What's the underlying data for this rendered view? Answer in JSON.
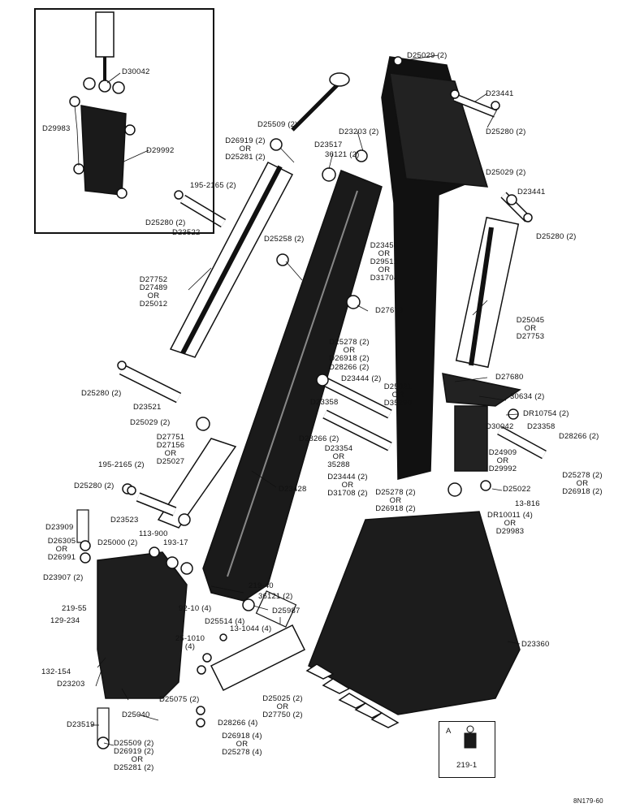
{
  "diagram": {
    "footer_code": "8N179-60",
    "inset_labels": {
      "l1": "D30042",
      "l2": "D29983",
      "l3": "D29992"
    },
    "ref_box": {
      "letter": "A",
      "caption": "219-1"
    },
    "labels": {
      "l01": "D25029 (2)",
      "l02": "D23441",
      "l03": "D25280 (2)",
      "l04": "D25509 (2)",
      "l05a": "D26919 (2)",
      "l05b": "OR",
      "l05c": "D25281 (2)",
      "l06": "D23203 (2)",
      "l07": "D23517",
      "l08": "36121 (2)",
      "l09": "195-2165 (2)",
      "l10": "D25280 (2)",
      "l11": "D23522",
      "l12": "D25029 (2)",
      "l13": "D23441",
      "l14": "D25280 (2)",
      "l15": "D25258 (2)",
      "l16a": "D23458",
      "l16b": "OR",
      "l16c": "D29512",
      "l16d": "OR",
      "l16e": "D31704",
      "l17a": "D27752",
      "l17b": "D27489",
      "l17c": "OR",
      "l17d": "D25012",
      "l18": "D27679",
      "l19a": "D25045",
      "l19b": "OR",
      "l19c": "D27753",
      "l20a": "D25278 (2)",
      "l20b": "OR",
      "l20c": "D26918 (2)",
      "l21": "D28266 (2)",
      "l22": "D23444 (2)",
      "l23a": "D25021",
      "l23b": "OR",
      "l23c": "D35290",
      "l24": "D27680",
      "l25": "30634 (2)",
      "l26": "DR10754 (2)",
      "l27": "D25280 (2)",
      "l28": "D23521",
      "l29": "D25029 (2)",
      "l30": "D23358",
      "l31": "D30042",
      "l32": "D23358",
      "l33a": "D27751",
      "l33b": "D27156",
      "l33c": "OR",
      "l33d": "D25027",
      "l34": "D28266 (2)",
      "l35a": "D23354",
      "l35b": "OR",
      "l35c": "35288",
      "l36": "D28266 (2)",
      "l37a": "D24909",
      "l37b": "OR",
      "l37c": "D29992",
      "l38a": "D25278 (2)",
      "l38b": "OR",
      "l38c": "D26918 (2)",
      "l39": "195-2165 (2)",
      "l40": "D25280 (2)",
      "l41a": "D23444 (2)",
      "l41b": "OR",
      "l41c": "D31708 (2)",
      "l42a": "D25278 (2)",
      "l42b": "OR",
      "l42c": "D26918 (2)",
      "l43": "D25022",
      "l44": "13-816",
      "l45": "D23428",
      "l46": "D23523",
      "l47a": "DR10011 (4)",
      "l47b": "OR",
      "l47c": "D29983",
      "l48": "D23909",
      "l49a": "D26305",
      "l49b": "OR",
      "l49c": "D26991",
      "l50": "D23907 (2)",
      "l51": "D25000 (2)",
      "l52": "113-900",
      "l53": "193-17",
      "l54": "219-40",
      "l55": "219-55",
      "l56": "129-234",
      "l57": "36121 (2)",
      "l58": "D25987",
      "l59a": "92-10 (4)",
      "l60": "D25514 (4)",
      "l61": "13-1044 (4)",
      "l62a": "25-1010",
      "l62b": "(4)",
      "l63": "132-154",
      "l64": "D23203",
      "l65": "D23360",
      "l66": "D25075 (2)",
      "l67": "D25040",
      "l68a": "D25025 (2)",
      "l68b": "OR",
      "l68c": "D27750 (2)",
      "l69": "D28266 (4)",
      "l70a": "D26918 (4)",
      "l70b": "OR",
      "l70c": "D25278 (4)",
      "l71": "D23519",
      "l72a": "D25509 (2)",
      "l72b": "D26919 (2)",
      "l72c": "OR",
      "l72d": "D25281 (2)"
    }
  }
}
